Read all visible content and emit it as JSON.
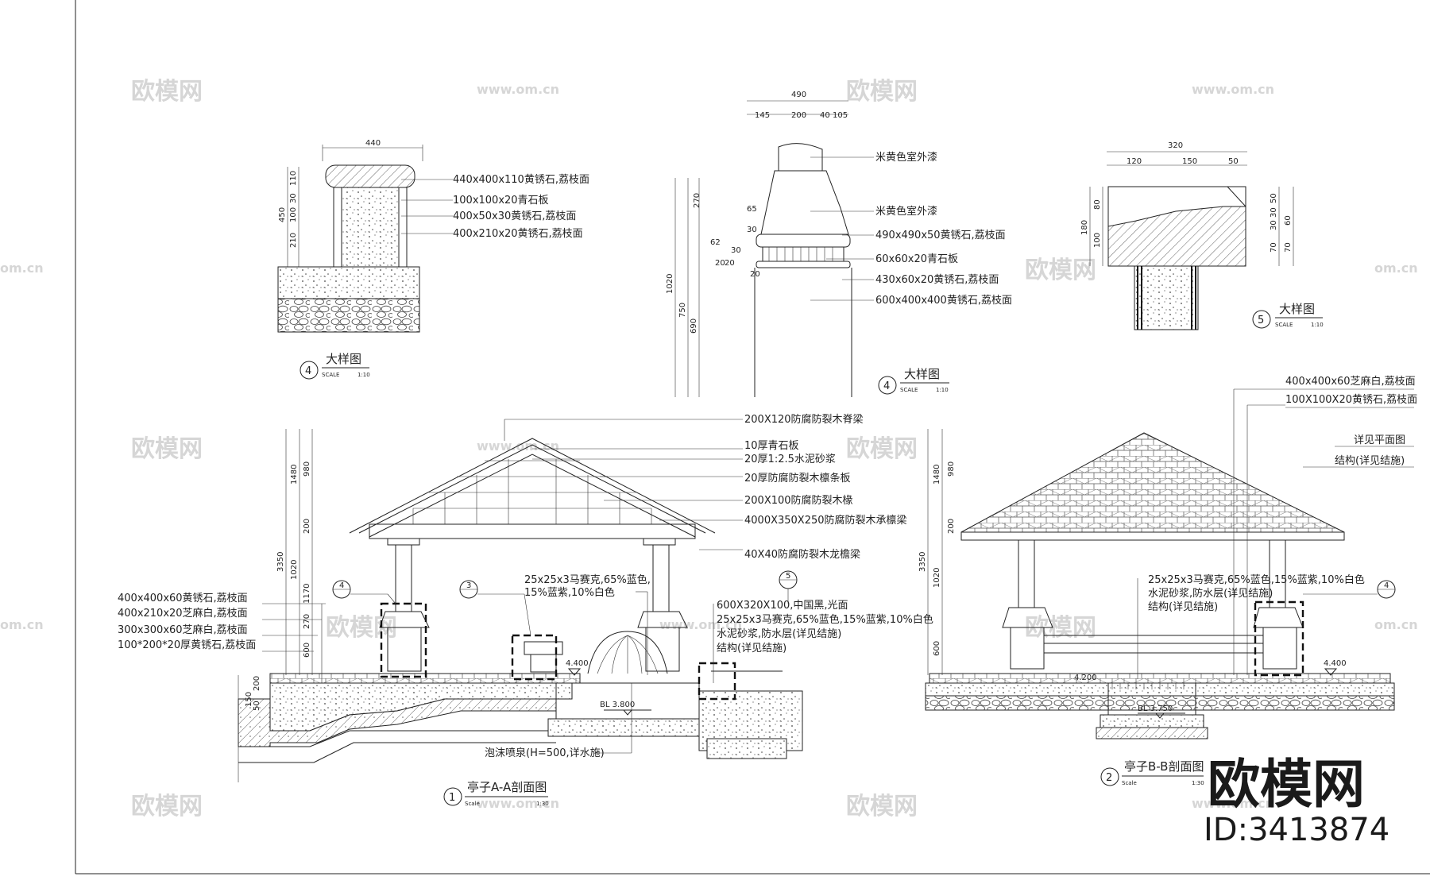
{
  "watermarks": {
    "logo": "欧模网",
    "url": "www.om.cn",
    "url_edge": "om.cn"
  },
  "brand": {
    "logo": "欧模网",
    "id": "ID:3413874"
  },
  "detail_a": {
    "title": "大样图",
    "number": "4",
    "scale_label": "SCALE",
    "scale_value": "1:10",
    "dims": {
      "width": "440",
      "height": "450",
      "h1": "110",
      "h2": "30",
      "h3": "100",
      "h4": "210"
    },
    "notes": [
      "440x400x110黄锈石,荔枝面",
      "100x100x20青石板",
      "400x50x30黄锈石,荔枝面",
      "400x210x20黄锈石,荔枝面"
    ]
  },
  "detail_b": {
    "title": "大样图",
    "number": "4",
    "scale_label": "SCALE",
    "scale_value": "1:10",
    "dims": {
      "total": "490",
      "d1": "145",
      "d2": "200",
      "d3": "40",
      "d4": "105",
      "h_total": "1020",
      "h_a": "270",
      "h_b": "750",
      "h_c": "690",
      "v1": "65",
      "v2": "30",
      "v3": "20",
      "v4": "20",
      "v5": "20",
      "v6": "30",
      "v7": "62"
    },
    "notes": [
      "米黄色室外漆",
      "米黄色室外漆",
      "490x490x50黄锈石,荔枝面",
      "60x60x20青石板",
      "430x60x20黄锈石,荔枝面",
      "600x400x400黄锈石,荔枝面"
    ]
  },
  "detail_c": {
    "title": "大样图",
    "number": "5",
    "scale_label": "SCALE",
    "scale_value": "1:10",
    "dims": {
      "total": "320",
      "w1": "120",
      "w2": "150",
      "w3": "50",
      "h_total": "180",
      "hl1": "80",
      "hl2": "100",
      "hr1": "50",
      "hr2": "30",
      "hr3": "30",
      "hr4": "70",
      "hr5": "60",
      "hr6": "70"
    }
  },
  "section_aa": {
    "title": "亭子A-A剖面图",
    "number": "1",
    "scale_label": "Scale",
    "scale_value": "1:30",
    "roof_notes": [
      "200X120防腐防裂木脊梁",
      "10厚青石板",
      "20厚1:2.5水泥砂浆",
      "20厚防腐防裂木檩条板",
      "200X100防腐防裂木椽",
      "4000X350X250防腐防裂木承檩梁",
      "40X40防腐防裂木龙檐梁"
    ],
    "left_notes": [
      "400x400x60黄锈石,荔枝面",
      "400x210x20芝麻白,荔枝面",
      "300x300x60芝麻白,荔枝面",
      "100*200*20厚黄锈石,荔枝面"
    ],
    "mid_notes": [
      "25x25x3马赛克,65%蓝色,",
      "15%蓝紫,10%白色"
    ],
    "right_notes": [
      "600X320X100,中国黑,光面",
      "25x25x3马赛克,65%蓝色,15%蓝紫,10%白色",
      "水泥砂浆,防水层(详见结施)",
      "结构(详见结施)"
    ],
    "fountain_note": "泡沫喷泉(H=500,详水施)",
    "elev_top": "4.400",
    "elev_pool": "BL 3.800",
    "dims_v": [
      "3350",
      "1480",
      "980",
      "200",
      "1020",
      "1170",
      "270",
      "600",
      "200",
      "150",
      "50"
    ],
    "callouts": [
      "4",
      "3",
      "5"
    ]
  },
  "section_bb": {
    "title": "亭子B-B剖面图",
    "number": "2",
    "scale_label": "Scale",
    "scale_value": "1:30",
    "notes_top": [
      "400x400x60芝麻白,荔枝面",
      "100X100X20黄锈石,荔枝面"
    ],
    "notes_right": [
      "详见平面图",
      "结构(详见结施)"
    ],
    "notes_mid": [
      "25x25x3马赛克,65%蓝色,15%蓝紫,10%白色",
      "水泥砂浆,防水层(详见结施)",
      "结构(详见结施)"
    ],
    "elev_top": "4.400",
    "elev_mid": "4.200",
    "elev_pool": "BL 3.750",
    "dims_v": [
      "3350",
      "1480",
      "980",
      "200",
      "1020",
      "600"
    ],
    "callouts": [
      "4"
    ]
  }
}
